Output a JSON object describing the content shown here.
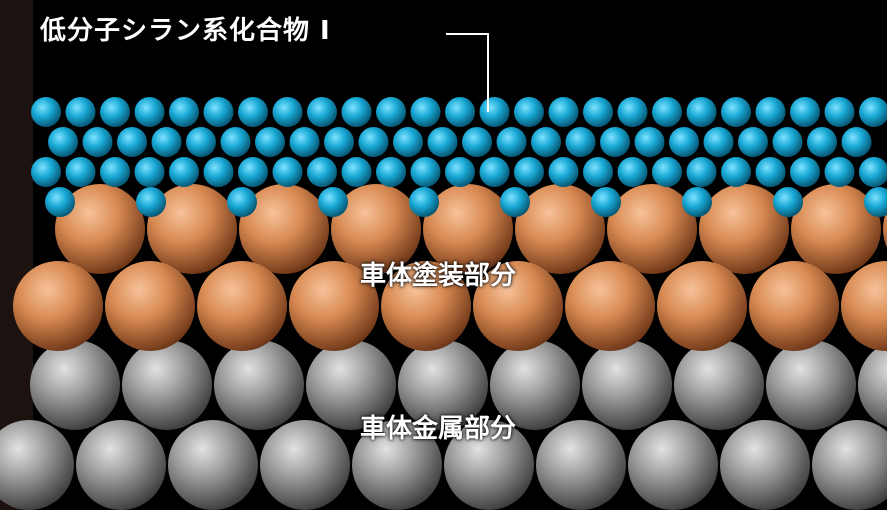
{
  "labels": {
    "silane": "低分子シラン系化合物 I",
    "paint": "車体塗装部分",
    "metal": "車体金属部分"
  },
  "colors": {
    "background": "#000000",
    "left_bar": "#1c1210",
    "silane_particle": "#1aa8d4",
    "paint_particle": "#d98a52",
    "metal_particle": "#9a9a9a",
    "leader_line": "#ffffff"
  },
  "layers": [
    {
      "name": "silane",
      "order": "top"
    },
    {
      "name": "paint",
      "order": "middle"
    },
    {
      "name": "metal",
      "order": "bottom"
    }
  ]
}
